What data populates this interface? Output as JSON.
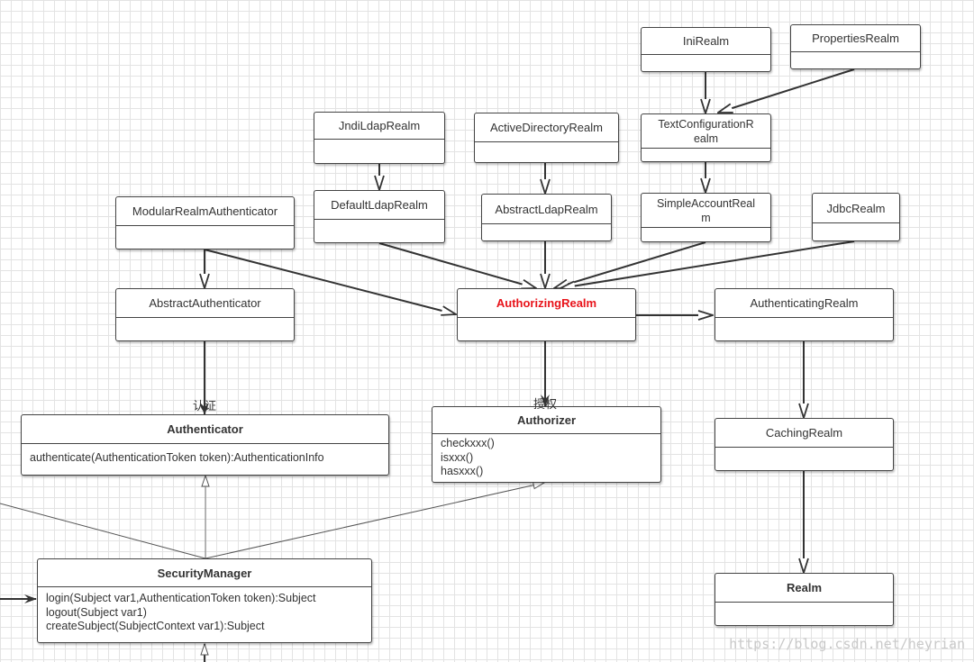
{
  "classes": {
    "ini_realm": "IniRealm",
    "properties_realm": "PropertiesRealm",
    "jndi_ldap_realm": "JndiLdapRealm",
    "active_directory_realm": "ActiveDirectoryRealm",
    "text_configuration_realm": "TextConfigurationR\nealm",
    "default_ldap_realm": "DefaultLdapRealm",
    "abstract_ldap_realm": "AbstractLdapRealm",
    "simple_account_realm": "SimpleAccountReal\nm",
    "jdbc_realm": "JdbcRealm",
    "modular_realm_authenticator": "ModularRealmAuthenticator",
    "abstract_authenticator": "AbstractAuthenticator",
    "authorizing_realm": "AuthorizingRealm",
    "authenticating_realm": "AuthenticatingRealm",
    "authenticator": {
      "name": "Authenticator",
      "methods": "authenticate(AuthenticationToken token):AuthenticationInfo"
    },
    "authorizer": {
      "name": "Authorizer",
      "methods": "checkxxx()\nisxxx()\nhasxxx()"
    },
    "caching_realm": "CachingRealm",
    "security_manager": {
      "name": "SecurityManager",
      "methods": "login(Subject var1,AuthenticationToken token):Subject\nlogout(Subject var1)\ncreateSubject(SubjectContext var1):Subject"
    },
    "realm": "Realm"
  },
  "labels": {
    "authentication": "认证",
    "authorization": "授权"
  },
  "colors": {
    "highlight": "#e8131a",
    "line": "#333333",
    "grid": "#e3e3e3"
  },
  "watermark": "https://blog.csdn.net/heyrian"
}
